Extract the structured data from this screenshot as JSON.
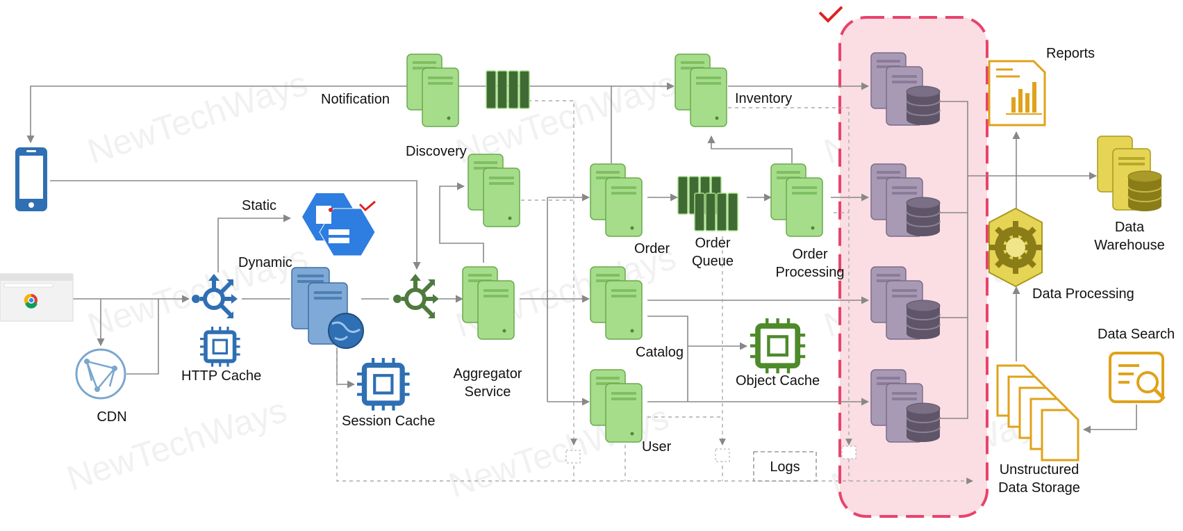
{
  "watermark": "NewTechWays",
  "labels": {
    "notification": "Notification",
    "discovery": "Discovery",
    "inventory": "Inventory",
    "reports": "Reports",
    "static": "Static",
    "dynamic": "Dynamic",
    "http_cache": "HTTP Cache",
    "cdn": "CDN",
    "session_cache": "Session Cache",
    "aggregator_service": "Aggregator\nService",
    "order": "Order",
    "order_queue": "Order\nQueue",
    "order_processing": "Order\nProcessing",
    "catalog": "Catalog",
    "object_cache": "Object Cache",
    "user": "User",
    "logs": "Logs",
    "data_warehouse": "Data\nWarehouse",
    "data_processing": "Data Processing",
    "data_search": "Data Search",
    "unstructured_data_storage": "Unstructured\nData Storage"
  },
  "colors": {
    "server_green": "#a6dd8a",
    "server_blue": "#7fa9d6",
    "server_purple": "#a89ab5",
    "queue_dark": "#3f6a33",
    "cache_green": "#4e8a2a",
    "cache_blue": "#2f6fb3",
    "accent_blue": "#2f6fb3",
    "gold": "#e0a21a",
    "db_highlight": "#e8436b",
    "check_red": "#e02020"
  }
}
